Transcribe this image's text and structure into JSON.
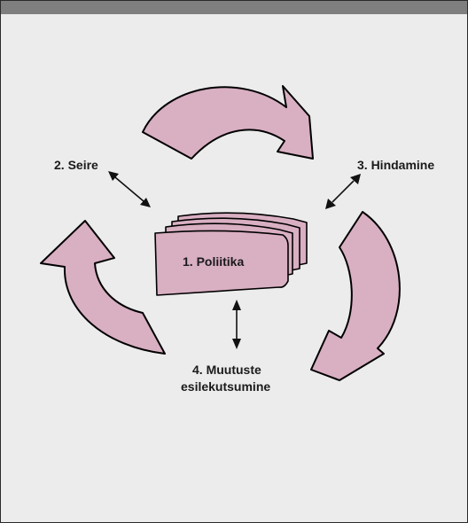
{
  "diagram": {
    "nodes": {
      "policy": "1. Poliitika",
      "monitoring": "2. Seire",
      "assessment": "3. Hindamine",
      "change_line1": "4. Muutuste",
      "change_line2": "esilekutsumine"
    },
    "colors": {
      "frame_background": "#ececec",
      "top_bar": "#7f7f7f",
      "arrow_fill": "#d9afc2",
      "outline": "#000000"
    }
  }
}
